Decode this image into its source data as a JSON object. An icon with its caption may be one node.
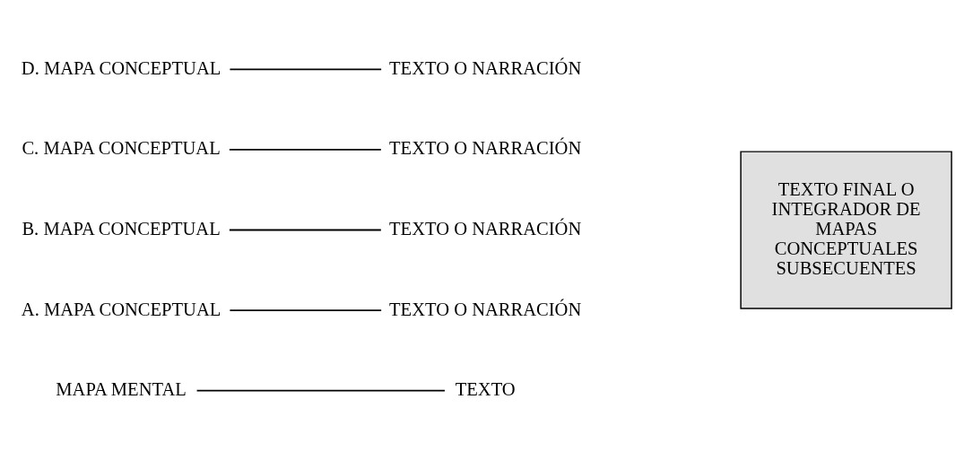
{
  "diagram": {
    "nodes": [
      {
        "text": [
          "MAPA MENTAL"
        ]
      },
      {
        "text": [
          "TEXTO"
        ]
      },
      {
        "text": [
          "A. MAPA CONCEPTUAL"
        ]
      },
      {
        "text": [
          "TEXTO O NARRACIÓN"
        ]
      },
      {
        "text": [
          "B. MAPA CONCEPTUAL"
        ]
      },
      {
        "text": [
          "TEXTO O NARRACIÓN"
        ]
      },
      {
        "text": [
          "C. MAPA CONCEPTUAL"
        ]
      },
      {
        "text": [
          "TEXTO O NARRACIÓN"
        ]
      },
      {
        "text": [
          "D. MAPA CONCEPTUAL"
        ]
      },
      {
        "text": [
          "TEXTO O NARRACIÓN"
        ]
      },
      {
        "text": [
          "TEXTO FINAL O INTEGRADOR DE MAPAS CONCEPTUALES SUBSECUENTES"
        ]
      }
    ],
    "edges": [
      {
        "from": 0,
        "to": 1,
        "arrow": "none"
      },
      {
        "from": 2,
        "to": 3,
        "arrow": "none"
      },
      {
        "from": 4,
        "to": 5,
        "arrow": "none"
      },
      {
        "from": 6,
        "to": 7,
        "arrow": "none"
      },
      {
        "from": 8,
        "to": 9,
        "arrow": "none"
      }
    ]
  }
}
